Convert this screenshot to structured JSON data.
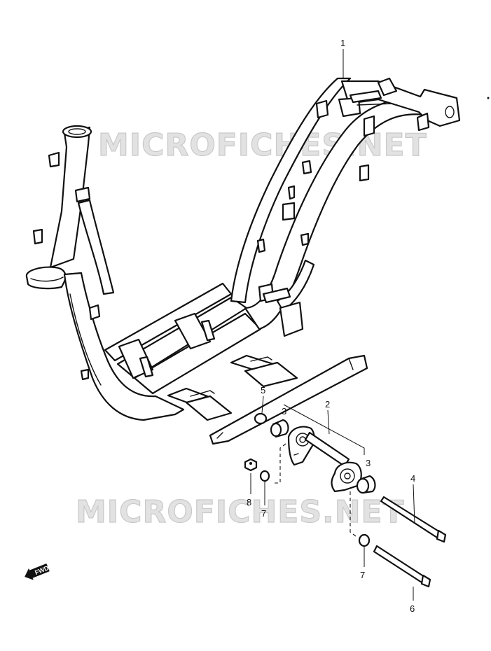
{
  "watermarks": [
    "MICROFICHES.NET",
    "MICROFICHES.NET"
  ],
  "direction_badge": {
    "label": "FWD",
    "icon": "forward-arrow-icon"
  },
  "callouts": [
    {
      "id": "c1",
      "label": "1"
    },
    {
      "id": "c2",
      "label": "2"
    },
    {
      "id": "c3a",
      "label": "3"
    },
    {
      "id": "c3b",
      "label": "3"
    },
    {
      "id": "c4",
      "label": "4"
    },
    {
      "id": "c5",
      "label": "5"
    },
    {
      "id": "c6",
      "label": "6"
    },
    {
      "id": "c7a",
      "label": "7"
    },
    {
      "id": "c7b",
      "label": "7"
    },
    {
      "id": "c8",
      "label": "8"
    }
  ]
}
